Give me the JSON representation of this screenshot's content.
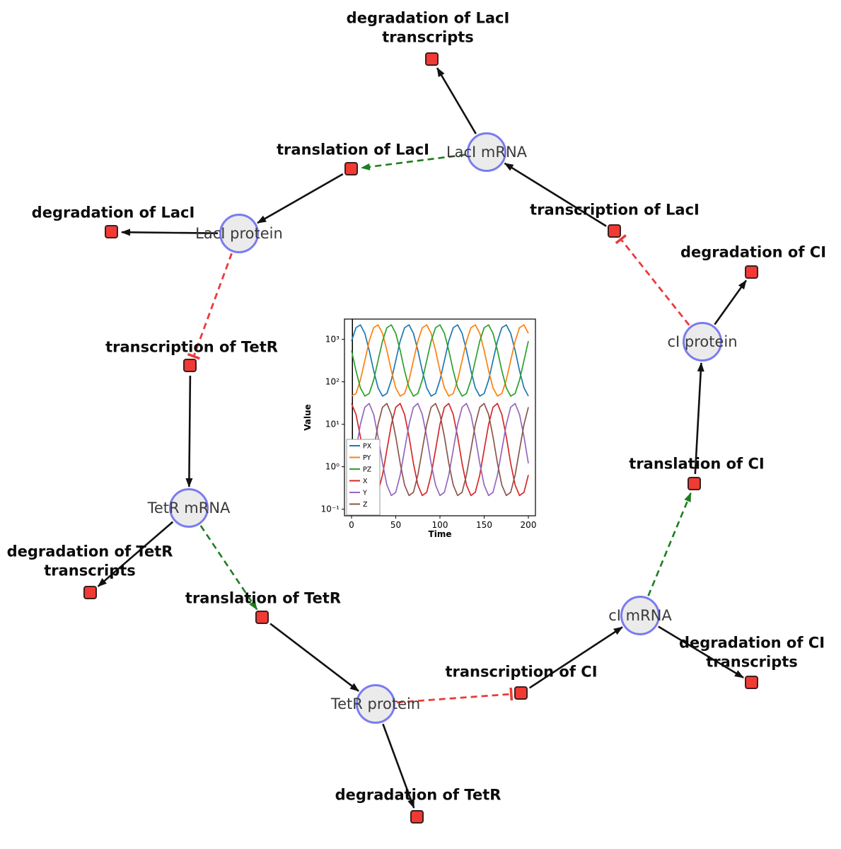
{
  "diagram": {
    "species": {
      "laci_mrna": {
        "label": "LacI mRNA"
      },
      "laci_protein": {
        "label": "LacI protein"
      },
      "tetr_mrna": {
        "label": "TetR mRNA"
      },
      "tetr_protein": {
        "label": "TetR protein"
      },
      "ci_mrna": {
        "label": "cI mRNA"
      },
      "ci_protein": {
        "label": "cI protein"
      }
    },
    "reactions": {
      "deg_laci_tx": {
        "label": "degradation of LacI transcripts"
      },
      "translation_laci": {
        "label": "translation of LacI"
      },
      "transcription_laci": {
        "label": "transcription of LacI"
      },
      "deg_laci": {
        "label": "degradation of LacI"
      },
      "deg_ci": {
        "label": "degradation of CI"
      },
      "transcription_tetr": {
        "label": "transcription of TetR"
      },
      "translation_ci": {
        "label": "translation of CI"
      },
      "deg_tetr_tx": {
        "label": "degradation of TetR transcripts"
      },
      "translation_tetr": {
        "label": "translation of TetR"
      },
      "transcription_ci": {
        "label": "transcription of CI"
      },
      "deg_ci_tx": {
        "label": "degradation of CI transcripts"
      },
      "deg_tetr": {
        "label": "degradation of TetR"
      }
    },
    "edges": [
      {
        "from": "LacI mRNA",
        "to": "degradation of LacI transcripts",
        "type": "consumption"
      },
      {
        "from": "transcription of LacI",
        "to": "LacI mRNA",
        "type": "production"
      },
      {
        "from": "LacI mRNA",
        "to": "translation of LacI",
        "type": "modifier"
      },
      {
        "from": "translation of LacI",
        "to": "LacI protein",
        "type": "production"
      },
      {
        "from": "LacI protein",
        "to": "degradation of LacI",
        "type": "consumption"
      },
      {
        "from": "LacI protein",
        "to": "transcription of TetR",
        "type": "inhibition"
      },
      {
        "from": "transcription of TetR",
        "to": "TetR mRNA",
        "type": "production"
      },
      {
        "from": "TetR mRNA",
        "to": "degradation of TetR transcripts",
        "type": "consumption"
      },
      {
        "from": "TetR mRNA",
        "to": "translation of TetR",
        "type": "modifier"
      },
      {
        "from": "translation of TetR",
        "to": "TetR protein",
        "type": "production"
      },
      {
        "from": "TetR protein",
        "to": "degradation of TetR",
        "type": "consumption"
      },
      {
        "from": "TetR protein",
        "to": "transcription of CI",
        "type": "inhibition"
      },
      {
        "from": "transcription of CI",
        "to": "cI mRNA",
        "type": "production"
      },
      {
        "from": "cI mRNA",
        "to": "degradation of CI transcripts",
        "type": "consumption"
      },
      {
        "from": "cI mRNA",
        "to": "translation of CI",
        "type": "modifier"
      },
      {
        "from": "translation of CI",
        "to": "cI protein",
        "type": "production"
      },
      {
        "from": "cI protein",
        "to": "degradation of CI",
        "type": "consumption"
      },
      {
        "from": "cI protein",
        "to": "transcription of LacI",
        "type": "inhibition"
      }
    ],
    "colors": {
      "species_fill": "#ebebeb",
      "species_border": "#7b7bef",
      "reaction_fill": "#f13a34",
      "reaction_border": "#3d1f1f",
      "edge_solid": "#111111",
      "edge_modifier": "#1e7d1e",
      "edge_inhibition": "#ea3b3b"
    }
  },
  "chart_data": {
    "type": "line",
    "title": "",
    "xlabel": "Time",
    "ylabel": "Value",
    "yscale": "log",
    "xlim": [
      -8,
      208
    ],
    "ylim": [
      0.07,
      3000
    ],
    "xticks": [
      0,
      50,
      100,
      150,
      200
    ],
    "ytick_labels": [
      "10⁻¹",
      "10⁰",
      "10¹",
      "10²",
      "10³"
    ],
    "legend_position": "lower left",
    "initial_spike_x": 1,
    "x": [
      0,
      5,
      10,
      15,
      20,
      25,
      30,
      35,
      40,
      45,
      50,
      55,
      60,
      65,
      70,
      75,
      80,
      85,
      90,
      95,
      100,
      105,
      110,
      115,
      120,
      125,
      130,
      135,
      140,
      145,
      150,
      155,
      160,
      165,
      170,
      175,
      180,
      185,
      190,
      195,
      200
    ],
    "series": [
      {
        "name": "PX",
        "color": "#1f77b4",
        "values": [
          911,
          1876,
          2194,
          1388,
          549,
          182,
          72,
          46,
          53,
          110,
          316,
          911,
          1876,
          2194,
          1388,
          549,
          182,
          72,
          46,
          53,
          110,
          316,
          911,
          1876,
          2194,
          1388,
          549,
          182,
          72,
          46,
          53,
          110,
          316,
          911,
          1876,
          2194,
          1388,
          549,
          182,
          72,
          46
        ]
      },
      {
        "name": "PY",
        "color": "#ff7f0e",
        "values": [
          46,
          53,
          110,
          316,
          911,
          1876,
          2194,
          1388,
          549,
          182,
          72,
          46,
          53,
          110,
          316,
          911,
          1876,
          2194,
          1388,
          549,
          182,
          72,
          46,
          53,
          110,
          316,
          911,
          1876,
          2194,
          1388,
          549,
          182,
          72,
          46,
          53,
          110,
          316,
          911,
          1876,
          2194,
          1388
        ]
      },
      {
        "name": "PZ",
        "color": "#2ca02c",
        "values": [
          549,
          182,
          72,
          46,
          53,
          110,
          316,
          911,
          1876,
          2194,
          1388,
          549,
          182,
          72,
          46,
          53,
          110,
          316,
          911,
          1876,
          2194,
          1388,
          549,
          182,
          72,
          46,
          53,
          110,
          316,
          911,
          1876,
          2194,
          1388,
          549,
          182,
          72,
          46,
          53,
          110,
          316,
          911
        ]
      },
      {
        "name": "X",
        "color": "#d62728",
        "values": [
          30.8,
          17,
          5.1,
          1.2,
          0.37,
          0.21,
          0.25,
          0.64,
          2.5,
          9.9,
          25.2,
          30.8,
          17,
          5.1,
          1.2,
          0.37,
          0.21,
          0.25,
          0.64,
          2.5,
          9.9,
          25.2,
          30.8,
          17,
          5.1,
          1.2,
          0.37,
          0.21,
          0.25,
          0.64,
          2.5,
          9.9,
          25.2,
          30.8,
          17,
          5.1,
          1.2,
          0.37,
          0.21,
          0.25,
          0.64
        ]
      },
      {
        "name": "Y",
        "color": "#9467bd",
        "values": [
          0.64,
          2.5,
          9.9,
          25.2,
          30.8,
          17,
          5.1,
          1.2,
          0.37,
          0.21,
          0.25,
          0.64,
          2.5,
          9.9,
          25.2,
          30.8,
          17,
          5.1,
          1.2,
          0.37,
          0.21,
          0.25,
          0.64,
          2.5,
          9.9,
          25.2,
          30.8,
          17,
          5.1,
          1.2,
          0.37,
          0.21,
          0.25,
          0.64,
          2.5,
          9.9,
          25.2,
          30.8,
          17,
          5.1,
          1.2
        ]
      },
      {
        "name": "Z",
        "color": "#8c564b",
        "values": [
          1.2,
          0.37,
          0.21,
          0.25,
          0.64,
          2.5,
          9.9,
          25.2,
          30.8,
          17,
          5.1,
          1.2,
          0.37,
          0.21,
          0.25,
          0.64,
          2.5,
          9.9,
          25.2,
          30.8,
          17,
          5.1,
          1.2,
          0.37,
          0.21,
          0.25,
          0.64,
          2.5,
          9.9,
          25.2,
          30.8,
          17,
          5.1,
          1.2,
          0.37,
          0.21,
          0.25,
          0.64,
          2.5,
          9.9,
          25.2
        ]
      }
    ]
  }
}
